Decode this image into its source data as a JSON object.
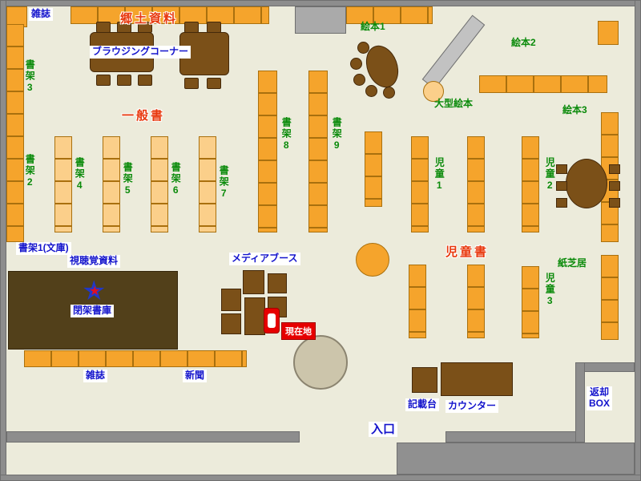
{
  "palette": {
    "floor": "#ecebdb",
    "wall_gray": "#8d8d8d",
    "shelf_orange": "#f5a42c",
    "shelf_light_orange": "#fbcf8a",
    "furniture_brown": "#7b5018",
    "closed_stacks_brown": "#52401a",
    "area_label_red": "#e8380d",
    "shelf_label_green": "#0a8a0a",
    "facility_label_blue": "#1414cc",
    "current_location_red": "#e60000"
  },
  "labels": {
    "areas": {
      "local_materials": "郷土資料",
      "general_books": "一般書",
      "children_books": "児童書"
    },
    "shelves": {
      "shelf1_bunko": "書架1(文庫)",
      "shelf2": "書架2",
      "shelf3": "書架3",
      "shelf4": "書架4",
      "shelf5": "書架5",
      "shelf6": "書架6",
      "shelf7": "書架7",
      "shelf8": "書架8",
      "shelf9": "書架9"
    },
    "picture_books": {
      "ehon1": "絵本1",
      "ehon2": "絵本2",
      "ehon3": "絵本3",
      "large": "大型絵本"
    },
    "children": {
      "jido1": "児童1",
      "jido2": "児童2",
      "jido3": "児童3",
      "kamishibai": "紙芝居"
    },
    "facilities": {
      "magazines_top": "雑誌",
      "browsing_corner": "ブラウジングコーナー",
      "audiovisual": "視聴覚資料",
      "closed_stacks": "閉架書庫",
      "media_booth": "メディアブース",
      "magazines_bottom": "雑誌",
      "newspapers": "新聞",
      "writing_desk": "記載台",
      "counter": "カウンター",
      "return_box_line1": "返却",
      "return_box_line2": "BOX",
      "entrance": "入口"
    },
    "marker": {
      "current_location": "現在地"
    }
  }
}
